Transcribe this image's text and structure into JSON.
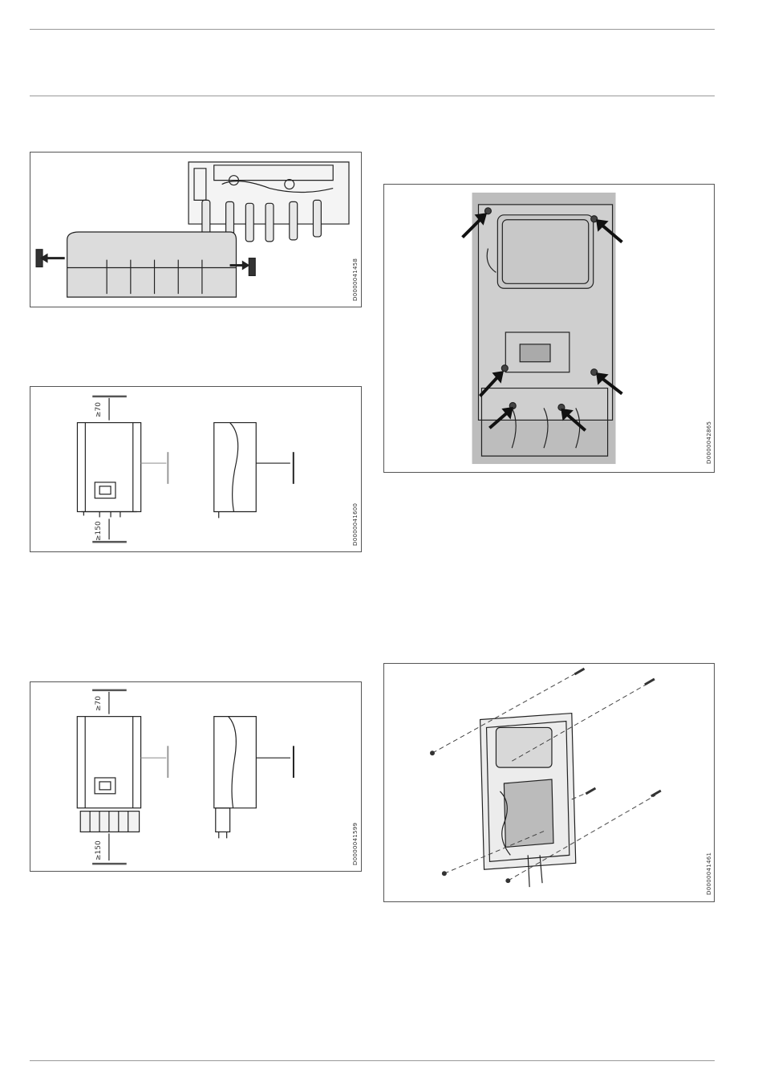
{
  "figures": {
    "fig1": {
      "code": "D0000041458"
    },
    "fig2": {
      "code": "D0000041600",
      "dim_top": "≥70",
      "dim_bottom": "≥150"
    },
    "fig3": {
      "code": "D0000041599",
      "dim_top": "≥70",
      "dim_bottom": "≥150"
    },
    "fig4": {
      "code": "D0000042865"
    },
    "fig5": {
      "code": "D0000041461"
    }
  }
}
